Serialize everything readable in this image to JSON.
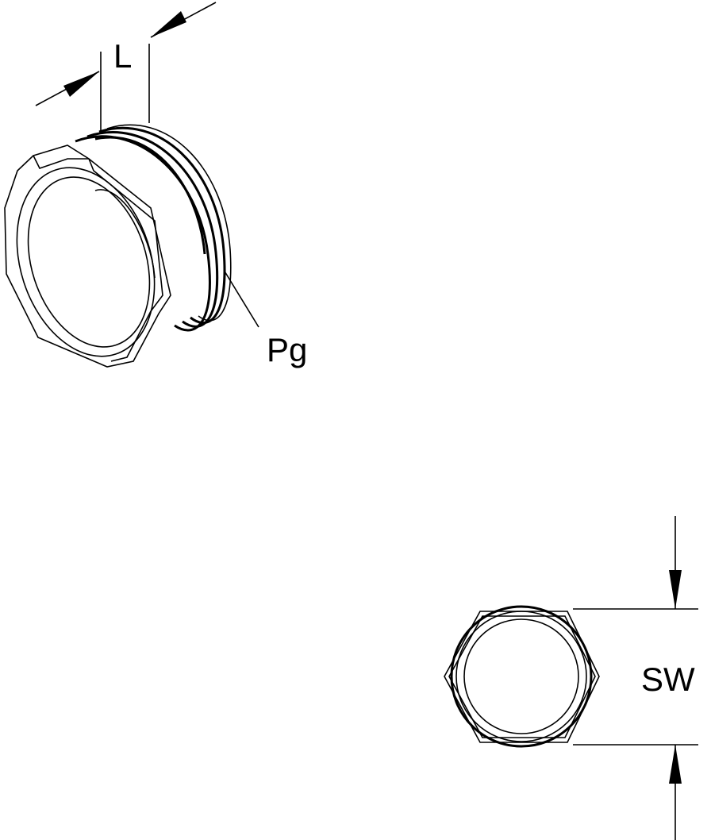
{
  "labels": {
    "length": "L",
    "thread": "Pg",
    "wrench_size": "SW"
  },
  "colors": {
    "line": "#000000",
    "background": "#ffffff"
  }
}
